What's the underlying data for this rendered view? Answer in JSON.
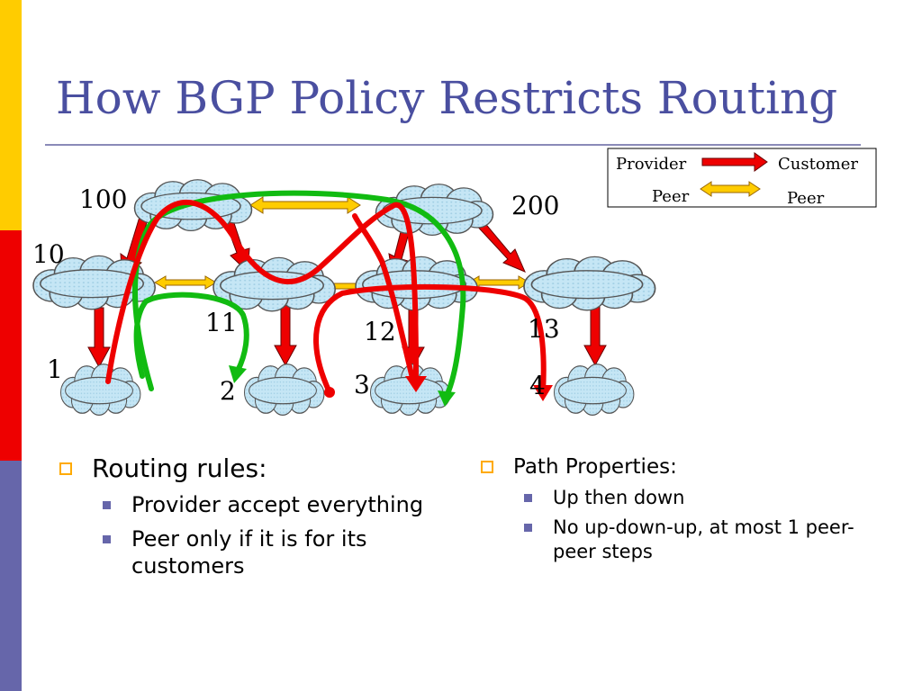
{
  "slide": {
    "title": "How BGP Policy Restricts Routing"
  },
  "legend": {
    "provider": "Provider",
    "customer": "Customer",
    "peer_left": "Peer",
    "peer_right": "Peer"
  },
  "nodes": {
    "n100": "100",
    "n200": "200",
    "n10": "10",
    "n11": "11",
    "n12": "12",
    "n13": "13",
    "n1": "1",
    "n2": "2",
    "n3": "3",
    "n4": "4"
  },
  "left_column": {
    "heading": "Routing rules:",
    "items": [
      "Provider accept everything",
      "Peer only if it is for its customers"
    ]
  },
  "right_column": {
    "heading": "Path Properties:",
    "items": [
      "Up then down",
      "No up-down-up, at most 1 peer-peer steps"
    ]
  },
  "colors": {
    "provider_customer_arrow": "#EE0000",
    "peer_arrow": "#FFCC00",
    "valid_path": "#11BB11",
    "invalid_path": "#EE0000",
    "cloud_fill": "#C5E6F5",
    "title": "#4A4FA0"
  }
}
